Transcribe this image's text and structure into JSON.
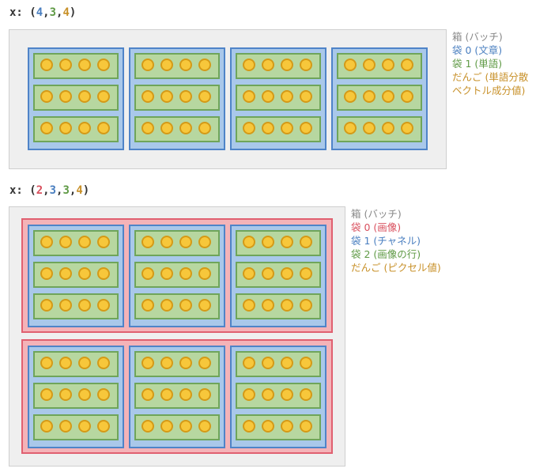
{
  "colors": {
    "red": "#d9505e",
    "blue": "#4a7fc0",
    "green": "#5f9a45",
    "gold": "#c8912a",
    "gray": "#888888",
    "text": "#333333"
  },
  "diagrams": [
    {
      "label_prefix": "x: (",
      "dims": [
        "4",
        "3",
        "4"
      ],
      "dim_colors": [
        "blue",
        "green",
        "gold"
      ],
      "label_suffix": ")",
      "legend": [
        {
          "text": "箱 (バッチ)",
          "color": "gray"
        },
        {
          "text": "袋 0 (文章)",
          "color": "blue"
        },
        {
          "text": "袋 1 (単語)",
          "color": "green"
        },
        {
          "text": "だんご (単語分散",
          "color": "gold"
        },
        {
          "text": "ベクトル成分値)",
          "color": "gold"
        }
      ]
    },
    {
      "label_prefix": "x: (",
      "dims": [
        "2",
        "3",
        "3",
        "4"
      ],
      "dim_colors": [
        "red",
        "blue",
        "green",
        "gold"
      ],
      "label_suffix": ")",
      "legend": [
        {
          "text": "箱 (バッチ)",
          "color": "gray"
        },
        {
          "text": "袋 0 (画像)",
          "color": "red"
        },
        {
          "text": "袋 1 (チャネル)",
          "color": "blue"
        },
        {
          "text": "袋 2 (画像の行)",
          "color": "green"
        },
        {
          "text": "だんご (ピクセル値)",
          "color": "gold"
        }
      ]
    }
  ]
}
